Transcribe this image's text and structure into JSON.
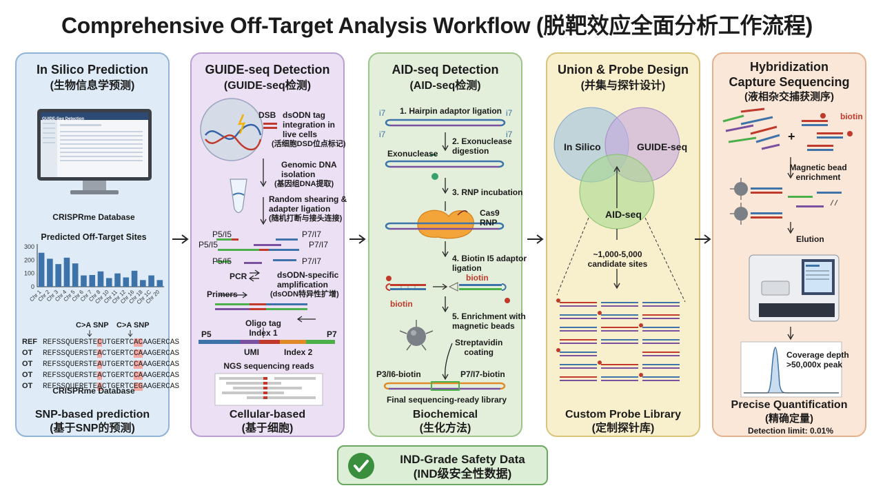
{
  "title": "Comprehensive Off-Target Analysis Workflow (脱靶效应全面分析工作流程)",
  "panel1": {
    "title": "In Silico Prediction",
    "title_cn": "(生物信息学预测)",
    "screen_title": "GUIDE-Seq Detection",
    "db_label": "CRISPRme Database",
    "chart_title": "Predicted Off-Target Sites",
    "snp_label1": "C>A SNP",
    "snp_label2": "C>A SNP",
    "seq_rows": [
      {
        "tag": "REF",
        "pre": "REFSSQUERSTE",
        "hl": "C",
        "mid": "UTGERTC",
        "hl2": "AC",
        "post": "AAGERCAS"
      },
      {
        "tag": "OT",
        "pre": "REFSSQUERSTE",
        "hl": "A",
        "mid": "CTGERTC",
        "hl2": "CA",
        "post": "AAGERCAS"
      },
      {
        "tag": "OT",
        "pre": "REFSSQUERSTE",
        "hl": "A",
        "mid": "UTGERTC",
        "hl2": "CA",
        "post": "AAGERCAS"
      },
      {
        "tag": "OT",
        "pre": "REFSSQUERSTE",
        "hl": "A",
        "mid": "CTGERTC",
        "hl2": "CA",
        "post": "AAGERCAS"
      },
      {
        "tag": "OT",
        "pre": "REFSSQUERETE",
        "hl": "A",
        "mid": "CTGERTC",
        "hl2": "EG",
        "post": "AAGERCAS"
      }
    ],
    "db_label2": "CRISPRme Database",
    "footer": "SNP-based prediction",
    "footer_cn": "(基于SNP的预测)"
  },
  "chart_data": {
    "type": "bar",
    "title": "Predicted Off-Target Sites",
    "categories": [
      "Chr 1",
      "Chr 2",
      "Chr 3",
      "Chr 4",
      "Chr 5",
      "Chr 6",
      "Chr 7",
      "Chr 8",
      "Chr 10",
      "Chr 11",
      "Chr 12",
      "Chr 16",
      "Chr 18",
      "Chr 1C",
      "Chr 20"
    ],
    "values": [
      255,
      210,
      170,
      218,
      175,
      85,
      88,
      115,
      65,
      100,
      70,
      120,
      50,
      85,
      50
    ],
    "ylim": [
      0,
      300
    ],
    "yticks": [
      "0",
      "100",
      "200",
      "300"
    ],
    "bar_color": "#3d73a8"
  },
  "panel2": {
    "title": "GUIDE-seq Detection",
    "title_cn": "(GUIDE-seq检测)",
    "dsb": "DSB",
    "step1": "dsODN tag\nintegration in\nlive cells",
    "step1_cn": "(活细胞DSD位点标记)",
    "step2": "Genomic DNA\nisolation",
    "step2_cn": "(基因组DNA提取)",
    "step3": "Random shearing &\nadapter ligation",
    "step3_cn": "(随机打断与接头连接)",
    "p5a": "P5/I5",
    "p7a": "P7/I7",
    "p5b": "P5/I5",
    "p7b": "P7/I7",
    "p5c": "P5/I5",
    "p7c": "P7/I7",
    "pcr": "PCR",
    "primers": "Primers",
    "step4": "dsODN-specific\namplification",
    "step4_cn": "(dsODN特异性扩增)",
    "oligo": "Oligo tag",
    "index1": "Index 1",
    "p5": "P5",
    "p7": "P7",
    "umi": "UMI",
    "index2": "Index 2",
    "ngs": "NGS sequencing reads",
    "footer": "Cellular-based",
    "footer_cn": "(基于细胞)"
  },
  "panel3": {
    "title": "AID-seq Detection",
    "title_cn": "(AID-seq检测)",
    "step1": "1. Hairpin adaptor ligation",
    "i7a": "i7",
    "i7b": "i7",
    "i7c": "i7",
    "i7d": "i7",
    "step2": "2. Exonuclease\ndigestion",
    "exo": "Exonuclease",
    "step3": "3. RNP incubation",
    "cas9": "Cas9\nRNP",
    "step4": "4. Biotin I5 adaptor\nligation",
    "biotin1": "biotin",
    "biotin2": "biotin",
    "step5": "5. Enrichment with\nmagnetic beads",
    "strep": "Streptavidin\ncoating",
    "p3": "P3/I6-biotin",
    "p7": "P7/I7-biotin",
    "final": "Final sequencing-ready library",
    "footer": "Biochemical",
    "footer_cn": "(生化方法)"
  },
  "panel4": {
    "title": "Union & Probe Design",
    "title_cn": "(并集与探针设计)",
    "v1": "In Silico",
    "v2": "GUIDE-seq",
    "v3": "AID-seq",
    "sites": "~1,000-5,000\ncandidate sites",
    "footer": "Custom Probe Library",
    "footer_cn": "(定制探针库)"
  },
  "panel5": {
    "title": "Hybridization\nCapture Sequencing",
    "title_cn": "(液相杂交捕获测序)",
    "plus": "+",
    "biotin": "biotin",
    "mag": "Magnetic bead\nenrichment",
    "elution": "Elution",
    "coverage": "Coverage depth\n>50,000x peak",
    "footer": "Precise Quantification",
    "footer_cn": "(精确定量)",
    "limit": "Detection limit: 0.01%"
  },
  "bottom": {
    "line1": "IND-Grade Safety Data",
    "line2": "(IND级安全性数据)"
  }
}
